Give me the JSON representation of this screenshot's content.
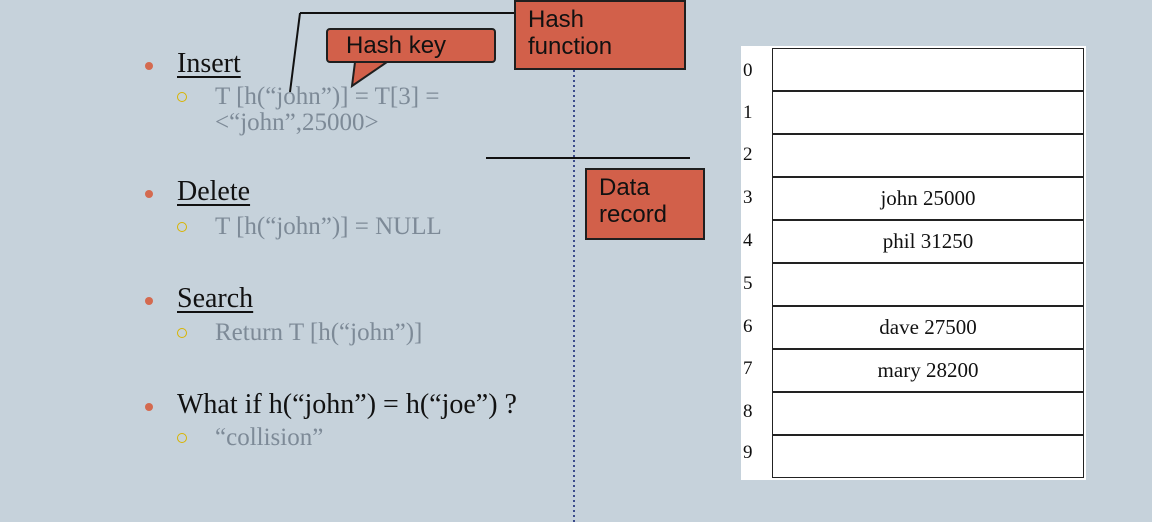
{
  "bullets": [
    {
      "title": "Insert",
      "underline": true,
      "sub": [
        "T [h(“john”)] = T[3] =",
        "<“john”,25000>"
      ]
    },
    {
      "title": "Delete",
      "underline": true,
      "sub": [
        "T [h(“john”)] = NULL"
      ]
    },
    {
      "title": "Search",
      "underline": true,
      "sub": [
        "Return T [h(“john”)]"
      ]
    },
    {
      "title": "What if h(“john”) = h(“joe”) ?",
      "underline": false,
      "sub": [
        "“collision”"
      ]
    }
  ],
  "callouts": {
    "hash_key": "Hash key",
    "hash_function": [
      "Hash",
      "function"
    ],
    "data_record": [
      "Data",
      "record"
    ]
  },
  "table": {
    "indices": [
      "0",
      "1",
      "2",
      "3",
      "4",
      "5",
      "6",
      "7",
      "8",
      "9"
    ],
    "entries": [
      "",
      "",
      "",
      "john 25000",
      "phil 31250",
      "",
      "dave 27500",
      "mary 28200",
      "",
      ""
    ]
  },
  "colors": {
    "background": "#c6d2db",
    "callout_fill": "#d2604a",
    "bullet_dot": "#d46a4f",
    "sub_ring": "#d8b400",
    "sub_text": "#7d8a97"
  }
}
